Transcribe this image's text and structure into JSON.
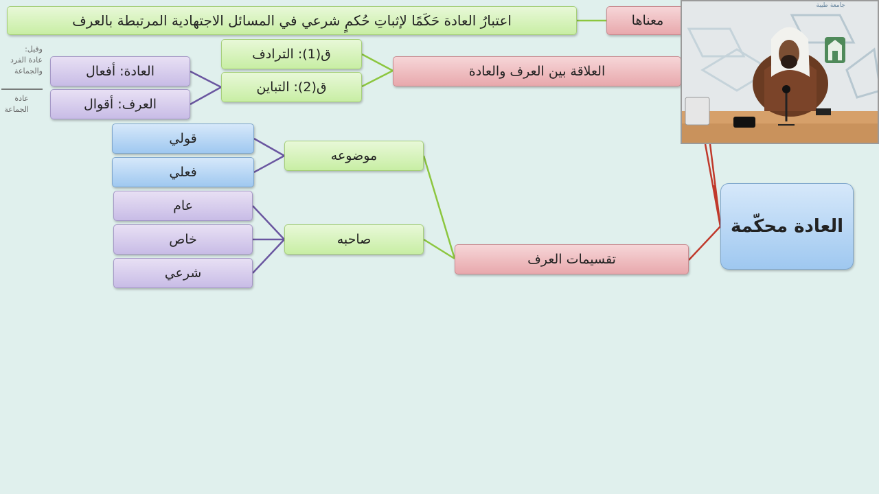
{
  "diagram": {
    "root": "العادة محكّمة",
    "meaning_label": "معناها",
    "meaning_text": "اعتبارُ العادة حَكَمًا لإثباتِ حُكمٍ شرعي في المسائل الاجتهادية المرتبطة بالعرف",
    "relation": "العلاقة بين العرف والعادة",
    "q1": "ق(1): الترادف",
    "q2": "ق(2): التباين",
    "habit_acts": "العادة: أفعال",
    "custom_words": "العرف: أقوال",
    "divisions": "تقسيمات العرف",
    "subject": "موضوعه",
    "owner": "صاحبه",
    "verbal": "قولي",
    "practical": "فعلي",
    "general": "عام",
    "specific": "خاص",
    "legal": "شرعي"
  },
  "notes": {
    "note1": "وقيل:\nعادة الفرد\nوالجماعة",
    "note2": "عادة\nالجماعة"
  },
  "video": {
    "logo_text": "جامعة طيبة"
  },
  "colors": {
    "background": "#e0f0ed",
    "green_line": "#8cc63f",
    "purple_line": "#6a56a0",
    "red_line": "#c0392b"
  }
}
